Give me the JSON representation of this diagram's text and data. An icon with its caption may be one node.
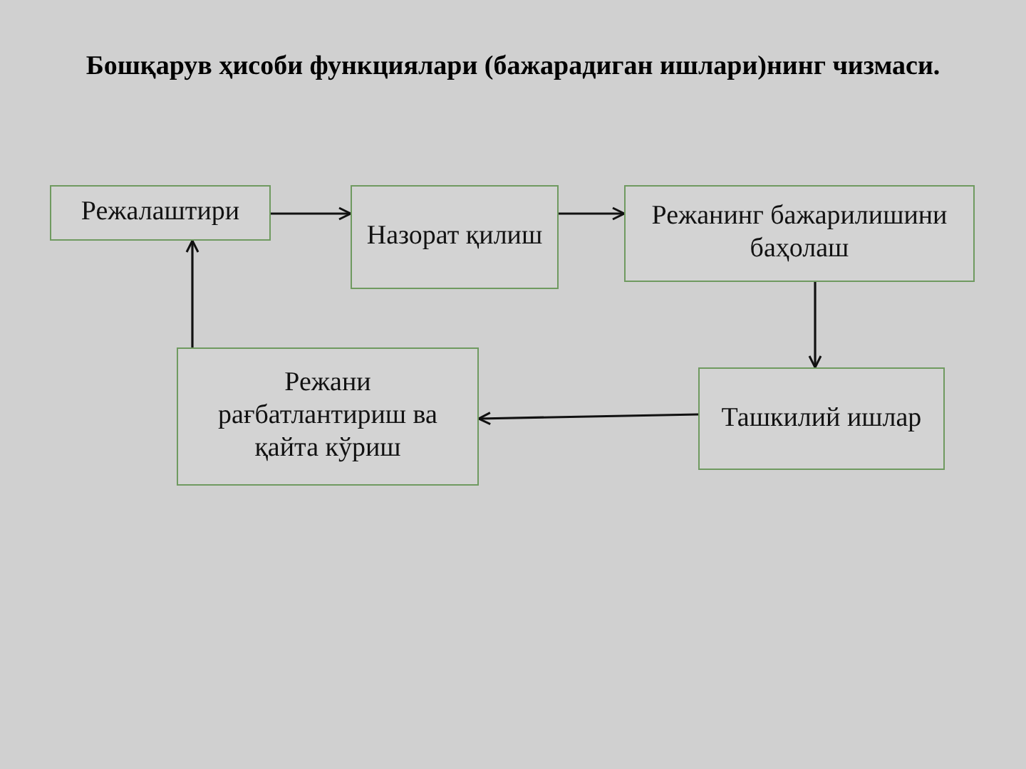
{
  "diagram": {
    "title": "Бошқарув ҳисоби функциялари (бажарадиган ишлари)нинг чизмаси.",
    "nodes": [
      {
        "text": [
          "Режалаштири"
        ]
      },
      {
        "text": [
          "Назорат қилиш"
        ]
      },
      {
        "text": [
          "Режанинг бажарилишини баҳолаш"
        ]
      },
      {
        "text": [
          "Ташкилий ишлар"
        ]
      },
      {
        "text": [
          "Режани рағбатлантириш ва қайта кўриш"
        ]
      }
    ],
    "edges": [
      {
        "from": 0,
        "to": 1,
        "arrow": "to"
      },
      {
        "from": 1,
        "to": 2,
        "arrow": "to"
      },
      {
        "from": 2,
        "to": 3,
        "arrow": "to"
      },
      {
        "from": 3,
        "to": 4,
        "arrow": "to"
      },
      {
        "from": 4,
        "to": 0,
        "arrow": "to"
      }
    ]
  }
}
